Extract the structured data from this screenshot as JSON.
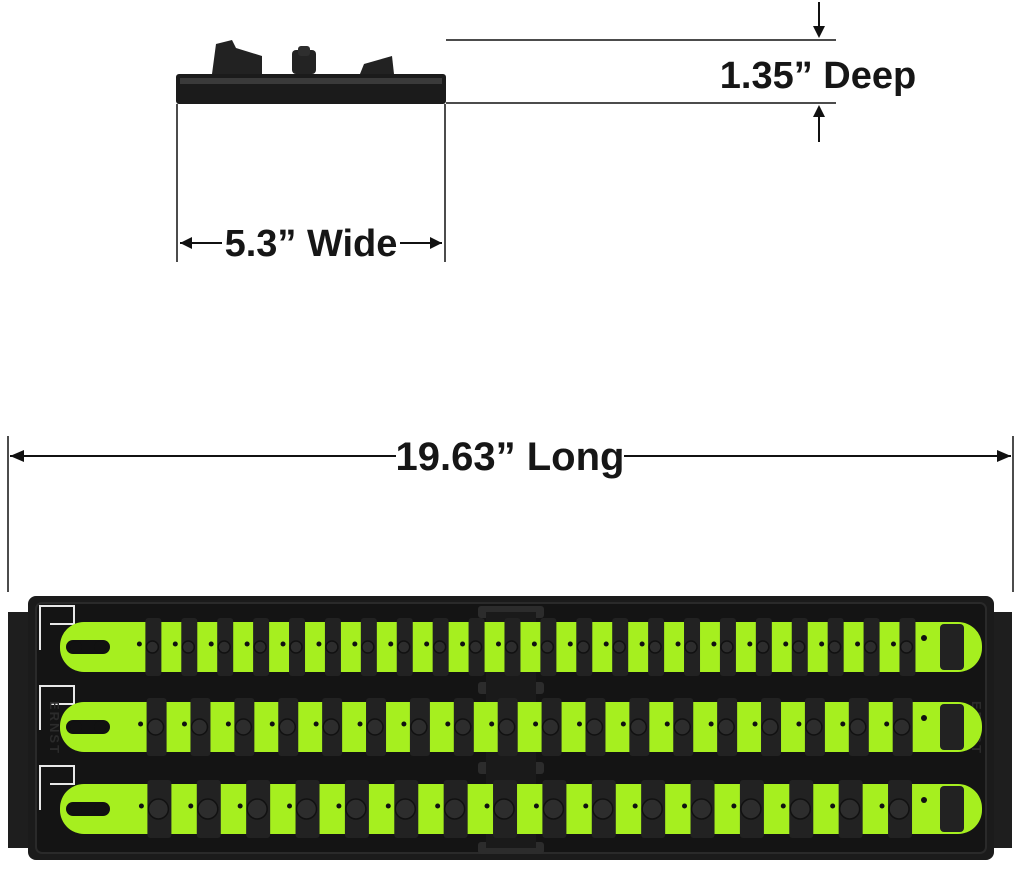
{
  "dimensions": {
    "depth_label": "1.35” Deep",
    "width_label": "5.3” Wide",
    "length_label": "19.63” Long"
  },
  "product": {
    "brand_mark": "ERNST",
    "rail_count": 3,
    "colors": {
      "tray": "#1b1b1b",
      "rail": "#a6ef1f",
      "clip": "#222222",
      "background": "#ffffff",
      "text": "#161616"
    }
  }
}
